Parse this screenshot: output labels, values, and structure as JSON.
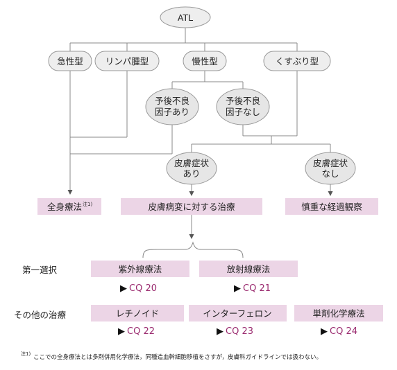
{
  "root": {
    "label": "ATL"
  },
  "types": {
    "acute": "急性型",
    "lymphoma": "リンパ腫型",
    "chronic": "慢性型",
    "smoldering": "くすぶり型"
  },
  "prognosis": {
    "unfavorable": [
      "予後不良",
      "因子あり"
    ],
    "no_unfavorable": [
      "予後不良",
      "因子なし"
    ]
  },
  "skin": {
    "with": [
      "皮膚症状",
      "あり"
    ],
    "without": [
      "皮膚症状",
      "なし"
    ]
  },
  "treatments": {
    "systemic": "全身療法",
    "systemic_note": "注1)",
    "skin_lesion": "皮膚病変に対する治療",
    "watchful": "慎重な経過観察"
  },
  "first_choice": {
    "label": "第一選択",
    "items": [
      {
        "name": "紫外線療法",
        "cq": "CQ 20"
      },
      {
        "name": "放射線療法",
        "cq": "CQ 21"
      }
    ]
  },
  "other": {
    "label": "その他の治療",
    "items": [
      {
        "name": "レチノイド",
        "cq": "CQ 22"
      },
      {
        "name": "インターフェロン",
        "cq": "CQ 23"
      },
      {
        "name": "単剤化学療法",
        "cq": "CQ 24"
      }
    ]
  },
  "arrow_glyph": "▶",
  "footnote": {
    "mark": "注1)",
    "text": "ここでの全身療法とは多剤併用化学療法，同種造血幹細胞移植をさすが，皮膚科ガイドラインでは扱わない。"
  },
  "colors": {
    "box_fill": "#ecd5e6",
    "oval_fill": "#e6e6e6",
    "cq_text": "#9a2a6f",
    "line": "#888888"
  }
}
